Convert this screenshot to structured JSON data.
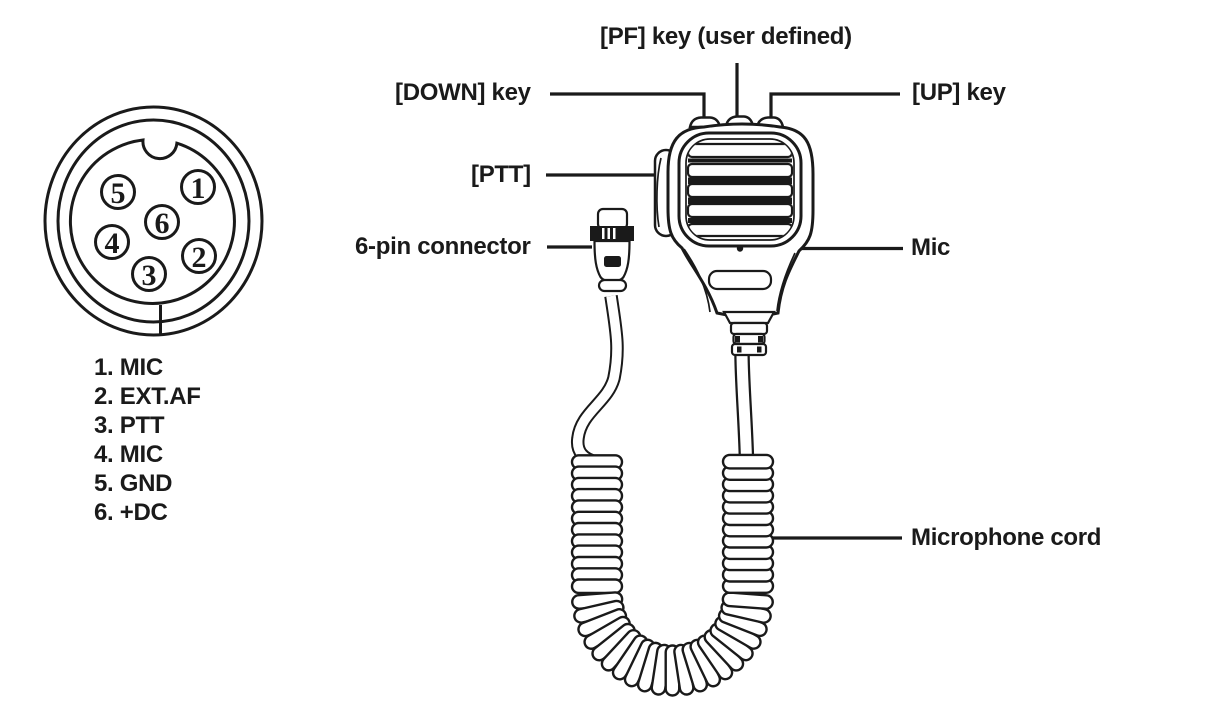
{
  "connector_diagram": {
    "pins": [
      {
        "num": "1",
        "signal": "MIC"
      },
      {
        "num": "2",
        "signal": "EXT.AF"
      },
      {
        "num": "3",
        "signal": "PTT"
      },
      {
        "num": "4",
        "signal": "MIC"
      },
      {
        "num": "5",
        "signal": "GND"
      },
      {
        "num": "6",
        "signal": "+DC"
      }
    ]
  },
  "labels": {
    "pf_key": "[PF] key (user defined)",
    "down_key": "[DOWN] key",
    "up_key": "[UP] key",
    "ptt": "[PTT]",
    "connector": "6-pin connector",
    "mic": "Mic",
    "cord": "Microphone cord"
  },
  "colors": {
    "ink": "#1a1a1a",
    "background": "#ffffff"
  }
}
